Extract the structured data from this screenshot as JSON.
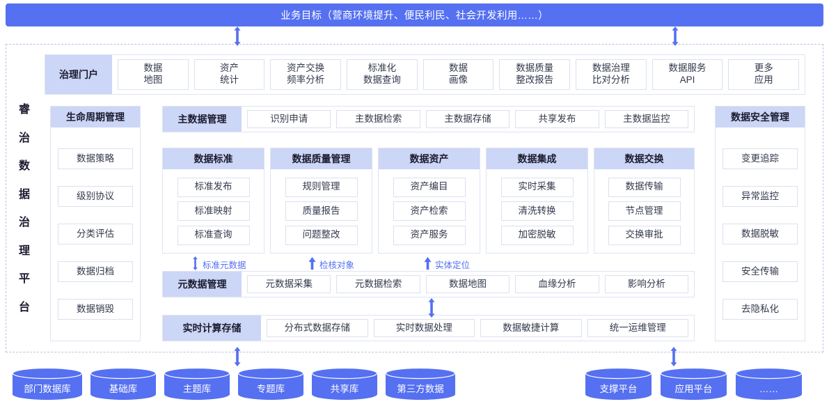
{
  "banner": {
    "text": "业务目标（营商环境提升、便民利民、社会开发利用……）",
    "color": "#5570f1"
  },
  "platform_title": [
    "睿",
    "治",
    "数",
    "据",
    "治",
    "理",
    "平",
    "台"
  ],
  "portal": {
    "head": "治理门户",
    "items": [
      "数据\n地图",
      "资产\n统计",
      "资产交换\n频率分析",
      "标准化\n数据查询",
      "数据\n画像",
      "数据质量\n整改报告",
      "数据治理\n比对分析",
      "数据服务\nAPI",
      "更多\n应用"
    ]
  },
  "lifecycle": {
    "head": "生命周期管理",
    "items": [
      "数据策略",
      "级别协议",
      "分类评估",
      "数据归档",
      "数据销毁"
    ]
  },
  "security": {
    "head": "数据安全管理",
    "items": [
      "变更追踪",
      "异常监控",
      "数据脱敏",
      "安全传输",
      "去隐私化"
    ]
  },
  "master": {
    "head": "主数据管理",
    "items": [
      "识别申请",
      "主数据检索",
      "主数据存储",
      "共享发布",
      "主数据监控"
    ]
  },
  "cards": [
    {
      "head": "数据标准",
      "items": [
        "标准发布",
        "标准映射",
        "标准查询"
      ]
    },
    {
      "head": "数据质量管理",
      "items": [
        "规则管理",
        "质量报告",
        "问题整改"
      ]
    },
    {
      "head": "数据资产",
      "items": [
        "资产编目",
        "资产检索",
        "资产服务"
      ]
    },
    {
      "head": "数据集成",
      "items": [
        "实时采集",
        "清洗转换",
        "加密脱敏"
      ]
    },
    {
      "head": "数据交换",
      "items": [
        "数据传输",
        "节点管理",
        "交换审批"
      ]
    }
  ],
  "annotations": [
    {
      "label": "标准元数据",
      "arrow": "double-arrow-icon"
    },
    {
      "label": "检核对象",
      "arrow": "up-arrow-icon"
    },
    {
      "label": "实体定位",
      "arrow": "up-arrow-icon"
    }
  ],
  "metadata": {
    "head": "元数据管理",
    "items": [
      "元数据采集",
      "元数据检索",
      "数据地图",
      "血缘分析",
      "影响分析"
    ]
  },
  "realtime": {
    "head": "实时计算存储",
    "items": [
      "分布式数据存储",
      "实时数据处理",
      "数据敏捷计算",
      "统一运维管理"
    ]
  },
  "databases_left": [
    "部门数据库",
    "基础库",
    "主题库",
    "专题库",
    "共享库",
    "第三方数据"
  ],
  "databases_right": [
    "支撑平台",
    "应用平台",
    "……"
  ],
  "colors": {
    "accent": "#5570f1",
    "header_fill": "#ccd6f6",
    "cell_border": "#dbe0ef",
    "frame_border": "#b9c2e0",
    "cylinder": "#5570f1"
  }
}
